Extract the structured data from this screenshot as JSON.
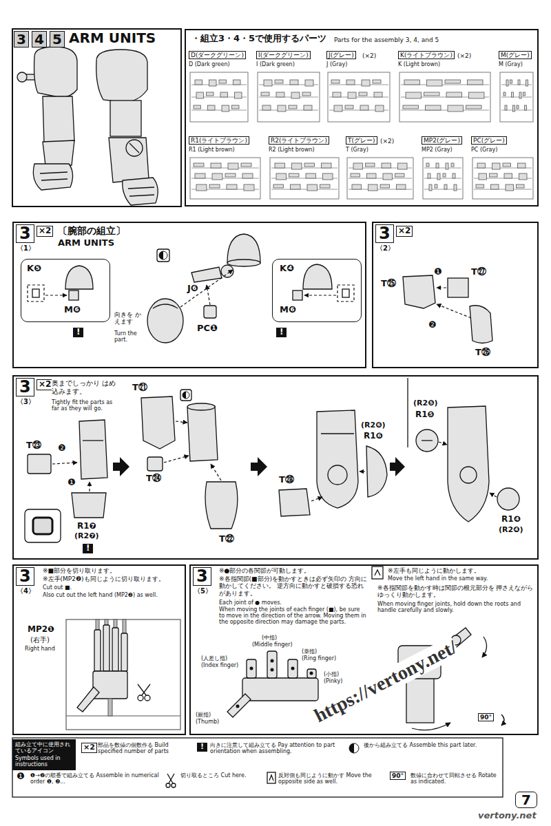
{
  "diagram": {
    "title": "ARM UNITS",
    "nodes": [
      {
        "text": [
          "・組立3・4・5で使用するパーツ",
          "Parts for the assembly 3, 4, and 5"
        ]
      },
      {
        "text": [
          "D(ダークグリーン)",
          "D (Dark green)"
        ],
        "in": 0
      },
      {
        "text": [
          "I(ダークグリーン)",
          "I (Dark green)"
        ],
        "in": 0
      },
      {
        "text": [
          "J(グレー)",
          "J (Gray)"
        ],
        "in": 0
      },
      {
        "text": [
          "K(ライトブラウン)",
          "K (Light brown)"
        ],
        "in": 0
      },
      {
        "text": [
          "M(グレー)",
          "M (Gray)"
        ],
        "in": 0
      },
      {
        "text": [
          "R1(ライトブラウン)",
          "R1 (Light brown)"
        ],
        "in": 0
      },
      {
        "text": [
          "R2(ライトブラウン)",
          "R2 (Light brown)"
        ],
        "in": 0
      },
      {
        "text": [
          "T(グレー)",
          "T (Gray)"
        ],
        "in": 0
      },
      {
        "text": [
          "MP2(グレー)",
          "MP2 (Gray)"
        ],
        "in": 0
      },
      {
        "text": [
          "PC(グレー)",
          "PC (Gray)"
        ],
        "in": 0
      },
      {
        "text": [
          "3",
          "〈1〉",
          "×2",
          "〔腕部の組立〕",
          "ARM UNITS"
        ]
      },
      {
        "text": [
          "K❺",
          "M❻"
        ],
        "in": 11
      },
      {
        "text": [
          "K❹",
          "M❻"
        ],
        "in": 11
      },
      {
        "text": [
          "3",
          "〈2〉",
          "×2"
        ]
      },
      {
        "text": [
          "3",
          "〈3〉",
          "×2"
        ]
      },
      {
        "text": [
          "3",
          "〈4〉"
        ]
      },
      {
        "text": [
          "3",
          "〈5〉"
        ]
      },
      {
        "text": [
          "組み立て中に使用されているアイコン",
          "Symbols used in instructions"
        ]
      }
    ],
    "labels": [
      "3",
      "4",
      "5",
      "(×2)",
      "(×2)",
      "(×2)",
      "J❻",
      "PC❶",
      "向きを かえます",
      "Turn the part.",
      "!",
      "!",
      "T㉕",
      "❶",
      "T㉗",
      "❷",
      "T㉖",
      "奥までしっかり はめ込みます。",
      "Tightly fit the parts as far as they will go.",
      "T㉓",
      "❷",
      "❶",
      "R1❼",
      "(R2❼)",
      "!",
      "T㉑",
      "T㉔",
      "T㉒",
      "T㉘",
      "(R2❻)",
      "R1❻",
      "(R2❺)",
      "R1❺",
      "R1❹",
      "(R2❹)",
      "※■部分を切り取ります。",
      "※左手(MP2❷)も同じように切り取ります。",
      "Cut out ■.",
      "Also cut out the left hand (MP2❷) as well.",
      "MP2❶",
      "(右手)",
      "Right hand",
      "※●部分の各関節が可動します。",
      "※各指関節(■部分)を動かすときは必ず矢印の 方向に動かしてください。 逆方向に動かすと破損する恐れがあります。",
      "Each joint of ● moves.",
      "When moving the joints of each finger (■), be sure to move in the direction of the arrow. Moving them in the opposite direction may damage the parts.",
      "(中指)",
      "(Middle finger)",
      "(薬指)",
      "(Ring finger)",
      "(人差し指)",
      "(Index finger)",
      "(小指)",
      "(Pinky)",
      "(親指)",
      "(Thumb)",
      "※左手も同じように動かします。",
      "Move the left hand in the same way.",
      "※各指関節を動かす時は関節の根元部分を 押さえながらゆっくり動かします。",
      "When moving finger joints, hold down the roots and handle carefully and slowly.",
      "90°",
      "×2",
      "!",
      "❶",
      "90°",
      "https://vertony.net/",
      "vertony.net",
      "7"
    ],
    "legend": [
      {
        "text": "部品を数値の個数作る Build specified number of parts"
      },
      {
        "text": "向きに注意して組み立てる Pay attention to part orientation when assembling."
      },
      {
        "text": "後から組み立てる Assemble this part later."
      },
      {
        "text": "❶→❷の順番で組み立てる Assemble in numerical order ❶, ❷..."
      },
      {
        "text": "切り取るところ Cut here."
      },
      {
        "text": "反対側も同じように動かす Move the opposite side as well."
      },
      {
        "text": "数値に合わせて回転させる Rotate as indicated."
      }
    ]
  }
}
